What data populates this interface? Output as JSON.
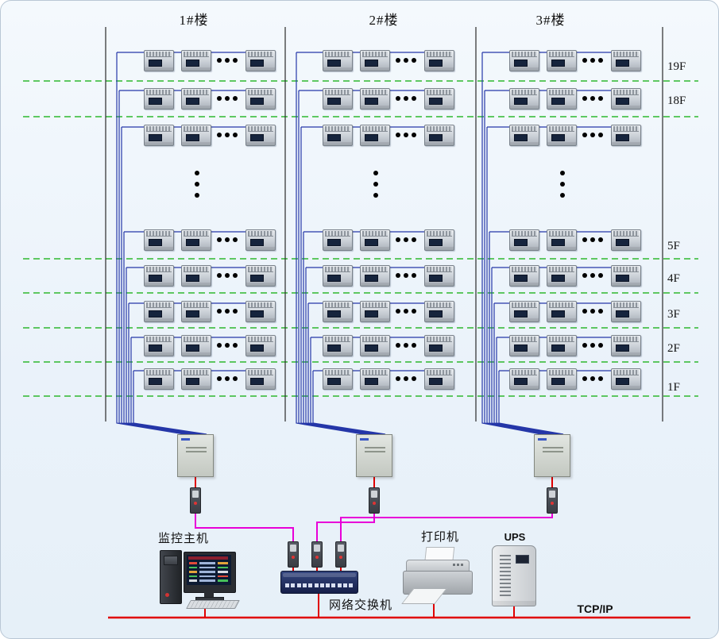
{
  "buildings": [
    "1#楼",
    "2#楼",
    "3#楼"
  ],
  "floor_labels": [
    "19F",
    "18F",
    "5F",
    "4F",
    "3F",
    "2F",
    "1F"
  ],
  "labels": {
    "monitor_host": "监控主机",
    "printer": "打印机",
    "ups": "UPS",
    "switch": "网络交换机",
    "bus": "TCP/IP"
  },
  "colors": {
    "wire_blue": "#2537a8",
    "bus_red": "#e00000",
    "link_magenta": "#e800d8",
    "floor_green": "#2eb82e",
    "boundary_black": "#2a2a2a"
  }
}
